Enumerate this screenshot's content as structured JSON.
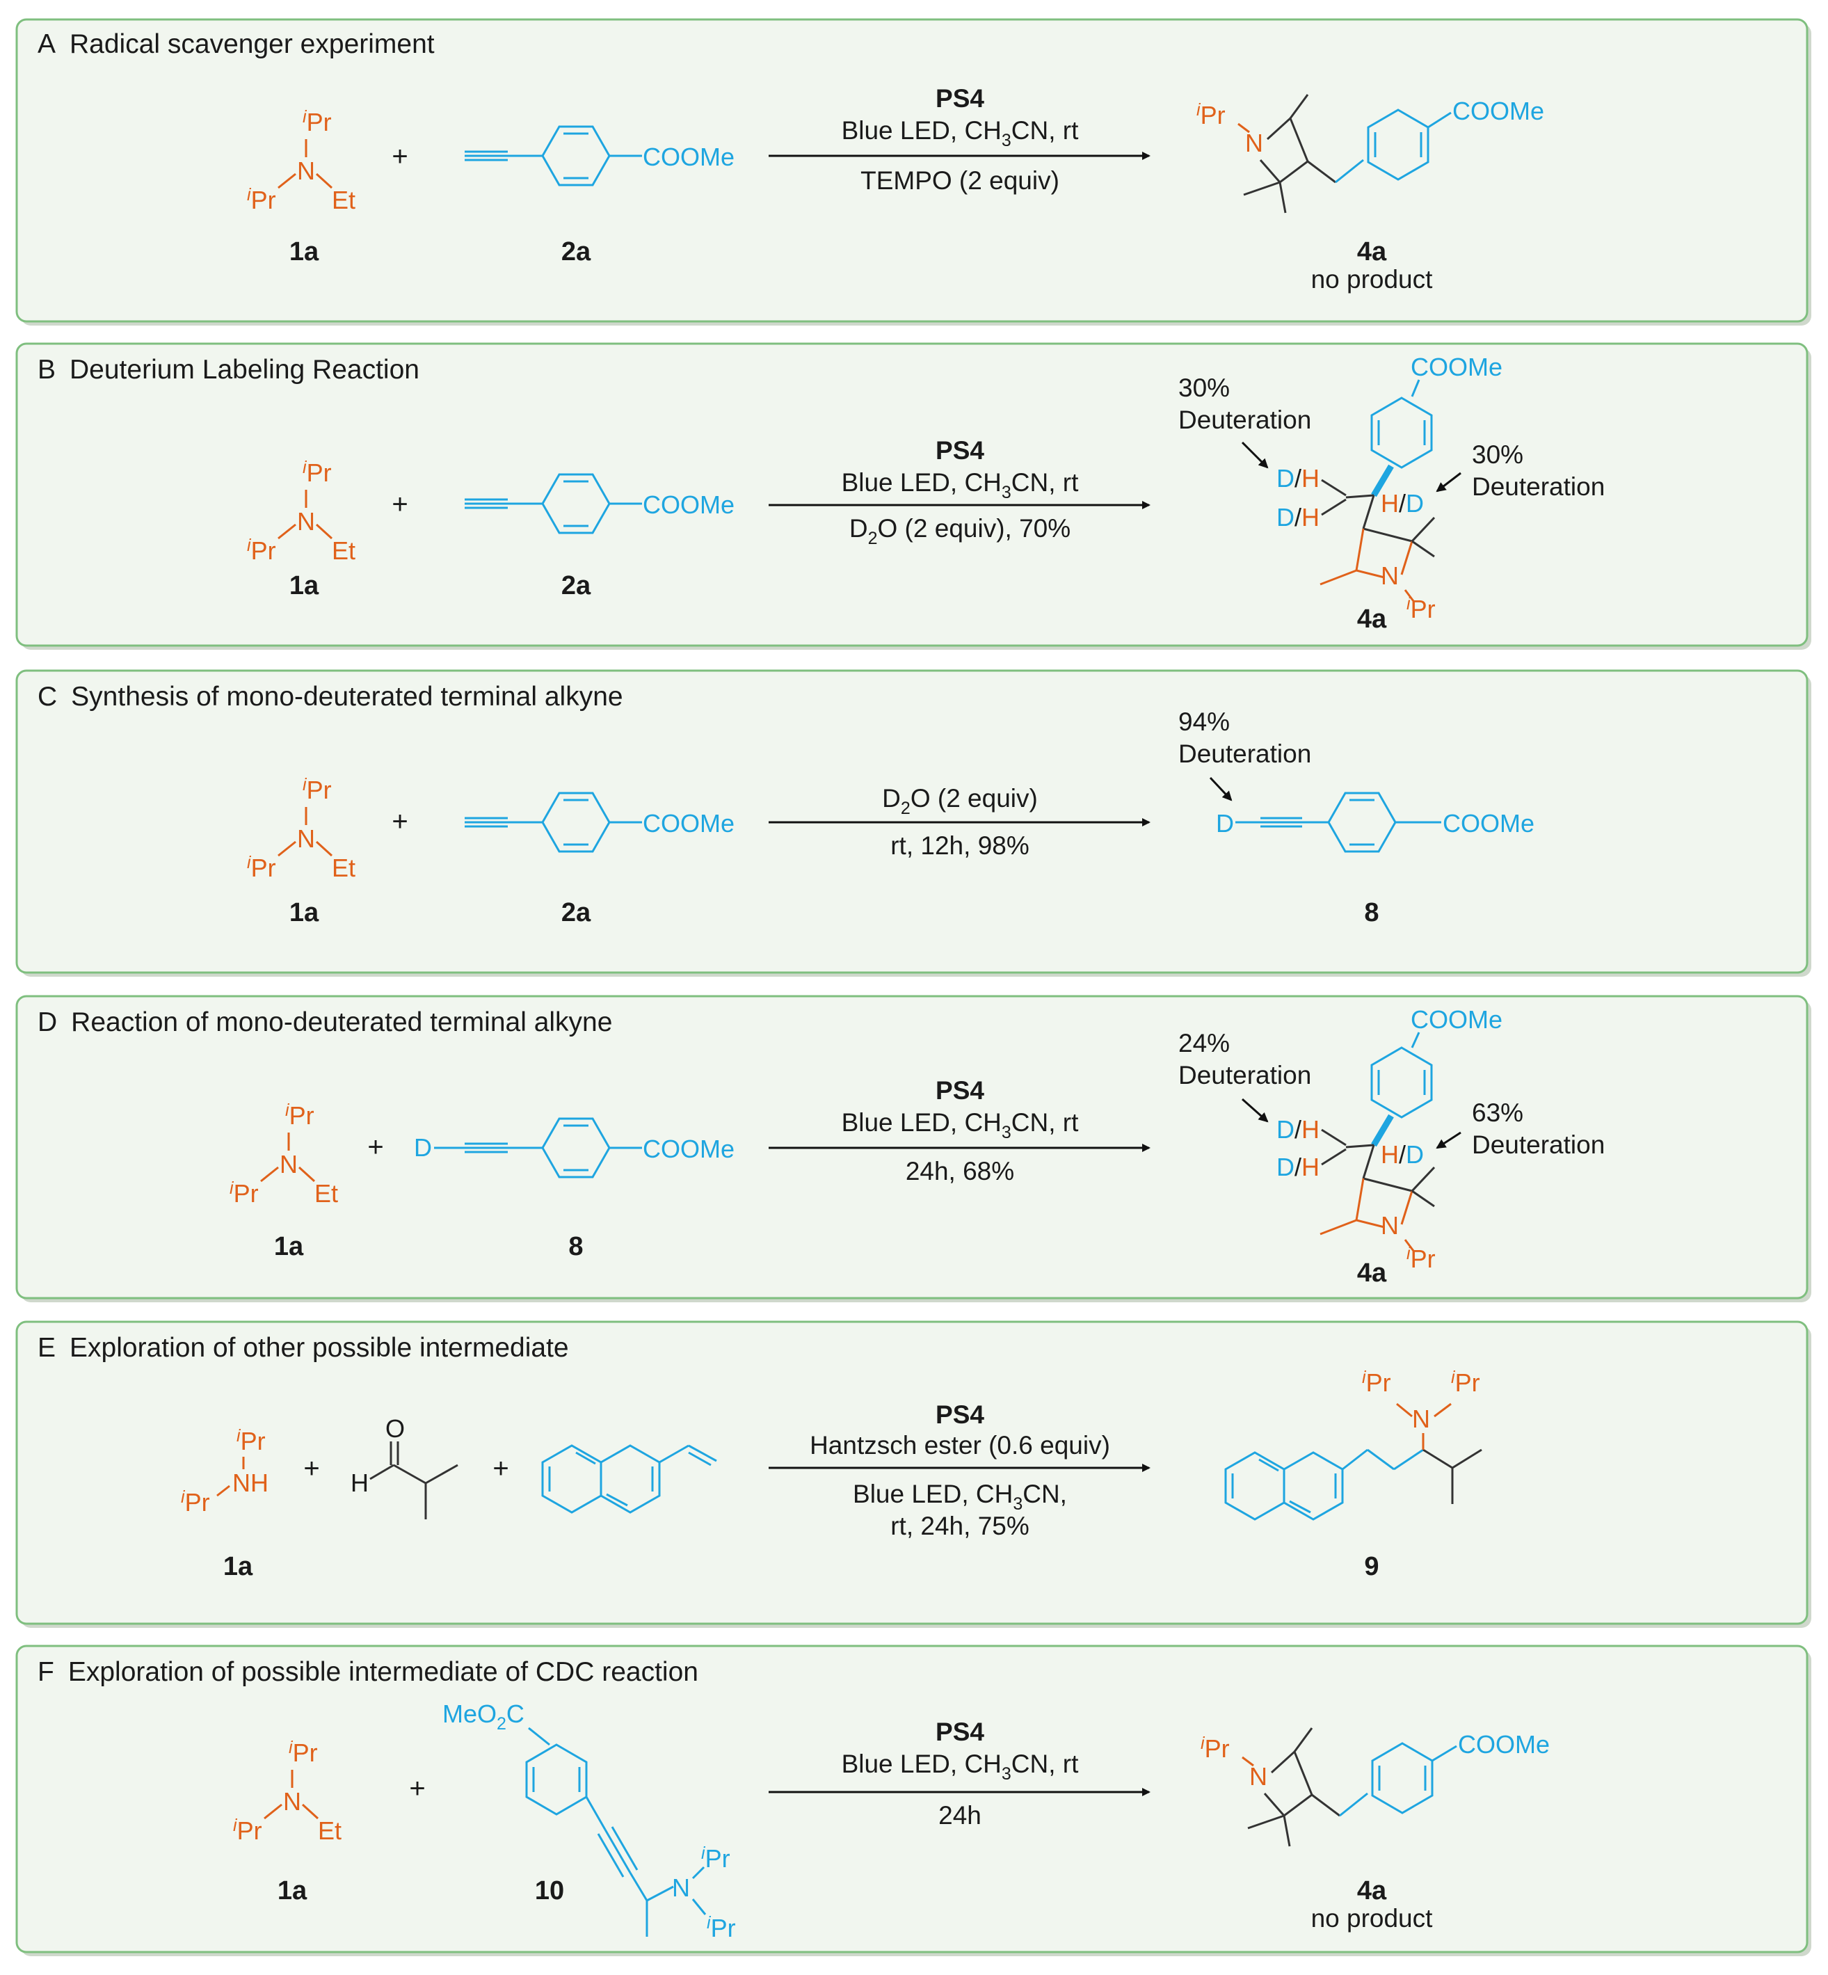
{
  "colors": {
    "panel_fill": "#f1f6ef",
    "panel_border": "#7fbf7f",
    "amine_orange": "#e0611a",
    "alkyne_blue": "#1ea5e0"
  },
  "panels": [
    {
      "letter": "A",
      "title": "Radical scavenger experiment",
      "conditions": [
        "PS4",
        "Blue LED, CH",
        "3",
        "CN, rt",
        "TEMPO (2 equiv)"
      ],
      "labels": [
        "1a",
        "2a",
        "4a"
      ],
      "result": "no product"
    },
    {
      "letter": "B",
      "title": "Deuterium Labeling Reaction",
      "conditions": [
        "PS4",
        "Blue LED, CH",
        "3",
        "CN, rt",
        "D",
        "2",
        "O (2 equiv), 70%"
      ],
      "labels": [
        "1a",
        "2a",
        "4a"
      ],
      "deut_left": [
        "30%",
        "Deuteration"
      ],
      "deut_right": [
        "30%",
        "Deuteration"
      ]
    },
    {
      "letter": "C",
      "title": "Synthesis of mono-deuterated terminal alkyne",
      "conditions": [
        "D",
        "2",
        "O (2 equiv)",
        "rt, 12h, 98%"
      ],
      "labels": [
        "1a",
        "2a",
        "8"
      ],
      "deut_left": [
        "94%",
        "Deuteration"
      ]
    },
    {
      "letter": "D",
      "title": "Reaction of mono-deuterated terminal alkyne",
      "conditions": [
        "PS4",
        "Blue LED, CH",
        "3",
        "CN, rt",
        "24h, 68%"
      ],
      "labels": [
        "1a",
        "8",
        "4a"
      ],
      "deut_left": [
        "24%",
        "Deuteration"
      ],
      "deut_right": [
        "63%",
        "Deuteration"
      ]
    },
    {
      "letter": "E",
      "title": "Exploration of other possible intermediate",
      "conditions": [
        "PS4",
        "Hantzsch ester (0.6 equiv)",
        "Blue LED, CH",
        "3",
        "CN,",
        "rt, 24h, 75%"
      ],
      "labels": [
        "1a",
        "9"
      ]
    },
    {
      "letter": "F",
      "title": "Exploration of possible intermediate of CDC reaction",
      "conditions": [
        "PS4",
        "Blue LED, CH",
        "3",
        "CN, rt",
        "24h"
      ],
      "labels": [
        "1a",
        "10",
        "4a"
      ],
      "result": "no product"
    }
  ],
  "atoms": {
    "i": "i",
    "Pr": "Pr",
    "N": "N",
    "NH": "NH",
    "Et": "Et",
    "COOMe": "COOMe",
    "MeO": "MeO",
    "two": "2",
    "C": "C",
    "D": "D",
    "H": "H",
    "O": "O",
    "slash": "/",
    "plus": "+"
  }
}
